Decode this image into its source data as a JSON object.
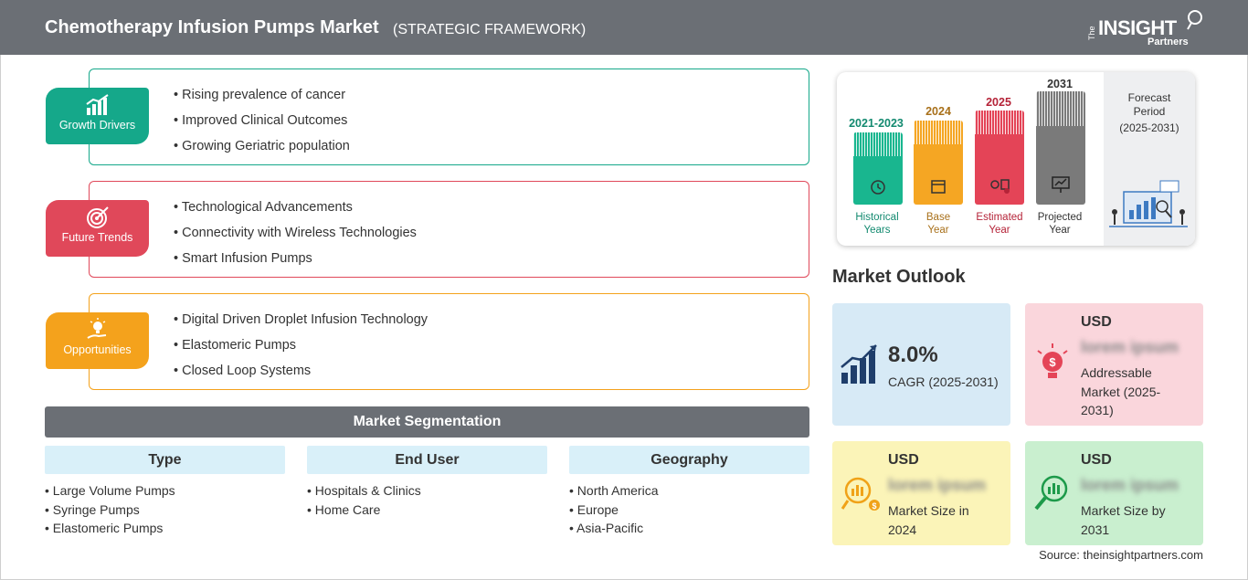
{
  "header": {
    "title": "Chemotherapy Infusion Pumps Market",
    "subtitle": "(STRATEGIC FRAMEWORK)",
    "logo_the": "The",
    "logo_insight": "INSIGHT",
    "logo_partners": "Partners"
  },
  "framework": [
    {
      "label": "Growth Drivers",
      "color": "#15a88a",
      "icon": "bar-chart-growth-icon",
      "items": [
        "Rising prevalence of cancer",
        "Improved Clinical Outcomes",
        "Growing Geriatric population"
      ]
    },
    {
      "label": "Future Trends",
      "color": "#e0485a",
      "icon": "target-icon",
      "items": [
        "Technological Advancements",
        "Connectivity with Wireless Technologies",
        "Smart Infusion Pumps"
      ]
    },
    {
      "label": "Opportunities",
      "color": "#f4a21c",
      "icon": "lightbulb-hand-icon",
      "items": [
        "Digital Driven Droplet Infusion Technology",
        "Elastomeric Pumps",
        "Closed Loop Systems"
      ]
    }
  ],
  "segmentation": {
    "title": "Market Segmentation",
    "columns": [
      {
        "heading": "Type",
        "items": [
          "Large Volume Pumps",
          "Syringe Pumps",
          "Elastomeric Pumps"
        ]
      },
      {
        "heading": "End User",
        "items": [
          "Hospitals & Clinics",
          "Home Care"
        ]
      },
      {
        "heading": "Geography",
        "items": [
          "North America",
          "Europe",
          "Asia-Pacific"
        ]
      }
    ]
  },
  "timeline": {
    "bars": [
      {
        "year": "2021-2023",
        "label1": "Historical",
        "label2": "Years",
        "color": "#19b68f",
        "text_color": "#138a70",
        "icon": "clock-history-icon"
      },
      {
        "year": "2024",
        "label1": "Base",
        "label2": "Year",
        "color": "#f5a623",
        "text_color": "#a8701a",
        "icon": "calendar-icon"
      },
      {
        "year": "2025",
        "label1": "Estimated",
        "label2": "Year",
        "color": "#e44457",
        "text_color": "#b52338",
        "icon": "gears-chart-icon"
      },
      {
        "year": "2031",
        "label1": "Projected",
        "label2": "Year",
        "color": "#7a7a7a",
        "text_color": "#333333",
        "icon": "presentation-icon"
      }
    ],
    "forecast_label1": "Forecast",
    "forecast_label2": "Period",
    "forecast_range": "(2025-2031)"
  },
  "outlook": {
    "title": "Market Outlook",
    "cagr": {
      "value": "8.0%",
      "label": "CAGR (2025-2031)",
      "color": "#d7eaf6"
    },
    "addressable": {
      "usd": "USD",
      "value": "lorem ipsum",
      "label_l1": "Addressable",
      "label_l2": "Market (2025-",
      "label_l3": "2031)",
      "color": "#fad6dc"
    },
    "size2024": {
      "usd": "USD",
      "value": "lorem ipsum",
      "label_l1": "Market Size in",
      "label_l2": "2024",
      "color": "#fbf4b8"
    },
    "size2031": {
      "usd": "USD",
      "value": "lorem ipsum",
      "label_l1": "Market Size by",
      "label_l2": "2031",
      "color": "#c9efcf"
    }
  },
  "source": "Source: theinsightpartners.com"
}
